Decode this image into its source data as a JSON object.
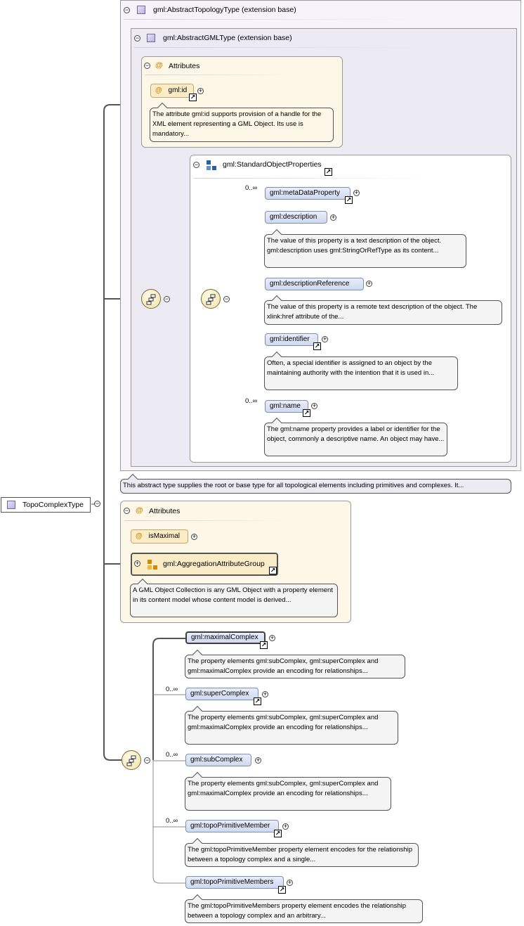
{
  "root": {
    "label": "TopoComplexType"
  },
  "extensions": [
    {
      "label": "gml:AbstractTopologyType (extension base)"
    },
    {
      "label": "gml:AbstractGMLType (extension base)"
    }
  ],
  "gml_attributes": {
    "title": "Attributes",
    "id_label": "gml:id",
    "id_doc": "The attribute gml:id supports provision of a handle for the XML element representing a GML Object. Its use is mandatory..."
  },
  "standard_props": {
    "title": "gml:StandardObjectProperties",
    "items": [
      {
        "label": "gml:metaDataProperty",
        "cardinality": "0..∞",
        "doc": ""
      },
      {
        "label": "gml:description",
        "cardinality": "",
        "doc": "The value of this property is a text description of the object. gml:description uses gml:StringOrRefType as its content..."
      },
      {
        "label": "gml:descriptionReference",
        "cardinality": "",
        "doc": "The value of this property is a remote text description of the object. The xlink:href attribute of the..."
      },
      {
        "label": "gml:identifier",
        "cardinality": "",
        "doc": "Often, a special identifier is assigned to an object by the maintaining authority with the intention that it is used in..."
      },
      {
        "label": "gml:name",
        "cardinality": "0..∞",
        "doc": "The gml:name property provides a label or identifier for the object, commonly a descriptive name. An object may have..."
      }
    ]
  },
  "abstract_doc": "This abstract type supplies the root or base type for all topological elements including primitives and complexes. It...",
  "local_attributes": {
    "title": "Attributes",
    "is_maximal": "isMaximal",
    "group_label": "gml:AggregationAttributeGroup",
    "group_doc": "A GML Object Collection is any GML Object with a property element in its content model whose content model is derived..."
  },
  "sequence": [
    {
      "label": "gml:maximalComplex",
      "cardinality": "",
      "doc": "The property elements gml:subComplex, gml:superComplex and gml:maximalComplex provide an encoding for relationships..."
    },
    {
      "label": "gml:superComplex",
      "cardinality": "0..∞",
      "doc": "The property elements gml:subComplex, gml:superComplex and gml:maximalComplex provide an encoding for relationships..."
    },
    {
      "label": "gml:subComplex",
      "cardinality": "0..∞",
      "doc": "The property elements gml:subComplex, gml:superComplex and gml:maximalComplex provide an encoding for relationships..."
    },
    {
      "label": "gml:topoPrimitiveMember",
      "cardinality": "0..∞",
      "doc": "The gml:topoPrimitiveMember property element encodes for the relationship between a topology complex and a single..."
    },
    {
      "label": "gml:topoPrimitiveMembers",
      "cardinality": "",
      "doc": "The gml:topoPrimitiveMembers property element encodes the relationship between a topology complex and an arbitrary..."
    }
  ],
  "symbols": {
    "collapse": "−",
    "expand": "+",
    "link": "↗",
    "attribute": "@"
  },
  "icons": [
    "type-icon",
    "attribute-icon",
    "sequence-compositor-icon",
    "group-icon",
    "link-arrow-icon",
    "collapse-icon",
    "expand-icon"
  ],
  "colors": {
    "element_fill": "#d8e1f3",
    "attribute_fill": "#fbecc8",
    "attribute_box": "#fdf7e8",
    "extension_box": "#f6f4fa",
    "connector": "#555555"
  }
}
